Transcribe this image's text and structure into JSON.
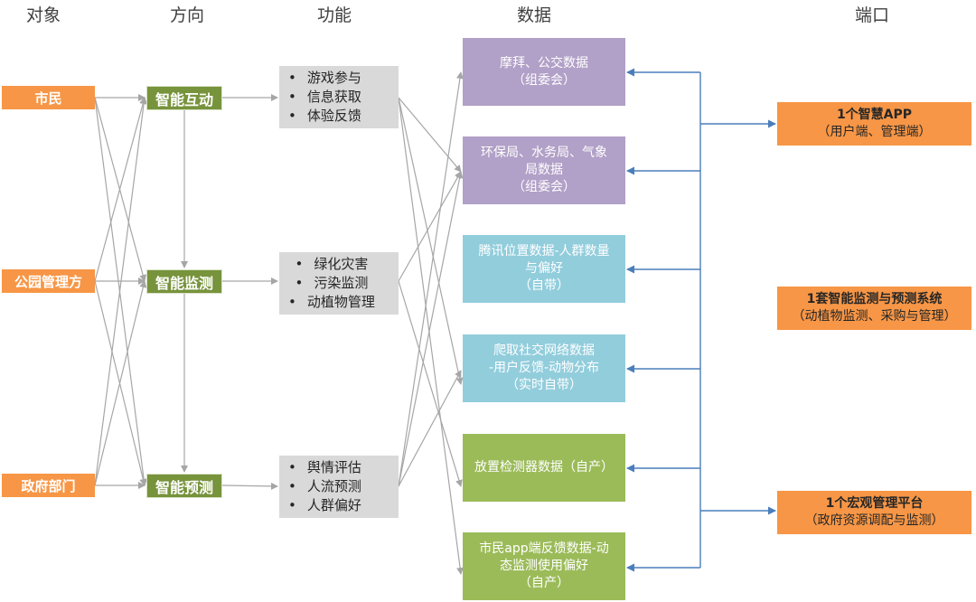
{
  "headers": {
    "objects": "对象",
    "directions": "方向",
    "functions": "功能",
    "data": "数据",
    "ports": "端口"
  },
  "objects": [
    "市民",
    "公园管理方",
    "政府部门"
  ],
  "directions": [
    "智能互动",
    "智能监测",
    "智能预测"
  ],
  "functions": [
    [
      "游戏参与",
      "信息获取",
      "体验反馈"
    ],
    [
      "绿化灾害",
      "污染监测",
      "动植物管理"
    ],
    [
      "舆情评估",
      "人流预测",
      "人群偏好"
    ]
  ],
  "data_sources": [
    [
      "摩拜、公交数据",
      "（组委会）"
    ],
    [
      "环保局、水务局、气象",
      "局数据",
      "（组委会）"
    ],
    [
      "腾讯位置数据-人群数量",
      "与偏好",
      "（自带）"
    ],
    [
      "爬取社交网络数据",
      "-用户反馈-动物分布",
      "（实时自带）"
    ],
    [
      "放置检测器数据（自产）"
    ],
    [
      "市民app端反馈数据-动",
      "态监测使用偏好",
      "（自产）"
    ]
  ],
  "ports": [
    {
      "title": "1个智慧APP",
      "subtitle": "（用户端、管理端）"
    },
    {
      "title": "1套智能监测与预测系统",
      "subtitle": "（动植物监测、采购与管理）"
    },
    {
      "title": "1个宏观管理平台",
      "subtitle": "（政府资源调配与监测）"
    }
  ],
  "colors": {
    "object": "#f79646",
    "direction": "#77933c",
    "function": "#d9d9d9",
    "data_purple": "#b1a0c7",
    "data_blue": "#92cddc",
    "data_green": "#9bbb59",
    "port": "#f79646",
    "gray_arrow": "#a6a6a6",
    "blue_arrow": "#4a7ebb"
  }
}
